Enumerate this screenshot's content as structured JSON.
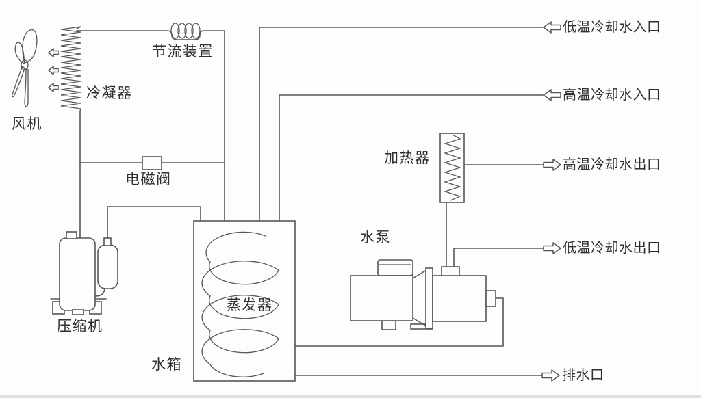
{
  "diagram": {
    "type": "schematic",
    "components": {
      "fan": "风机",
      "condenser": "冷凝器",
      "throttling_device": "节流装置",
      "solenoid_valve": "电磁阀",
      "compressor": "压缩机",
      "evaporator": "蒸发器",
      "water_tank": "水箱",
      "water_pump": "水泵",
      "heater": "加热器"
    },
    "ports": [
      {
        "label": "低温冷却水入口",
        "direction": "inlet"
      },
      {
        "label": "高温冷却水入口",
        "direction": "inlet"
      },
      {
        "label": "高温冷却水出口",
        "direction": "outlet"
      },
      {
        "label": "低温冷却水出口",
        "direction": "outlet"
      },
      {
        "label": "排水口",
        "direction": "outlet"
      }
    ],
    "colors": {
      "line": "#565656",
      "text": "#2f2f2f",
      "background": "#fdfdfd"
    }
  }
}
